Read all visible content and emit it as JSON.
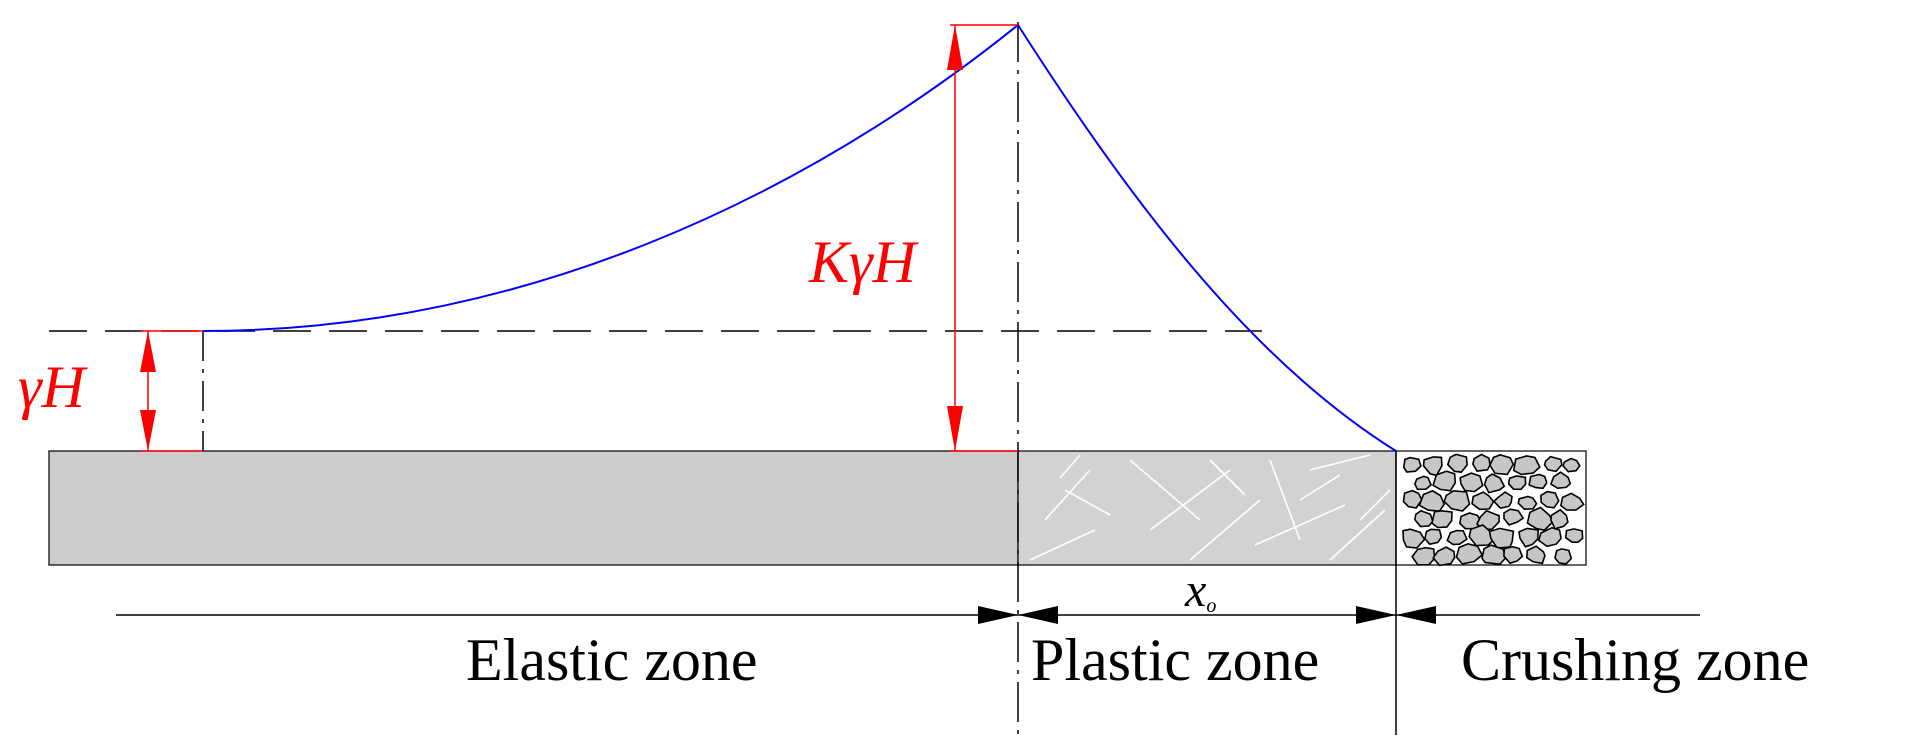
{
  "labels": {
    "peak_stress": "KγH",
    "in_situ_stress": "γH",
    "plastic_width_symbol": "x",
    "plastic_width_subscript": "o"
  },
  "zones": {
    "elastic": "Elastic zone",
    "plastic": "Plastic zone",
    "crushing": "Crushing zone"
  },
  "colors": {
    "stress_curve": "#0000ff",
    "dimension": "#ff0000",
    "coal_seam": "#cccccc",
    "fracture_lines": "#ffffff",
    "rubble_fill": "#c6c6c6",
    "lines": "#000000"
  }
}
